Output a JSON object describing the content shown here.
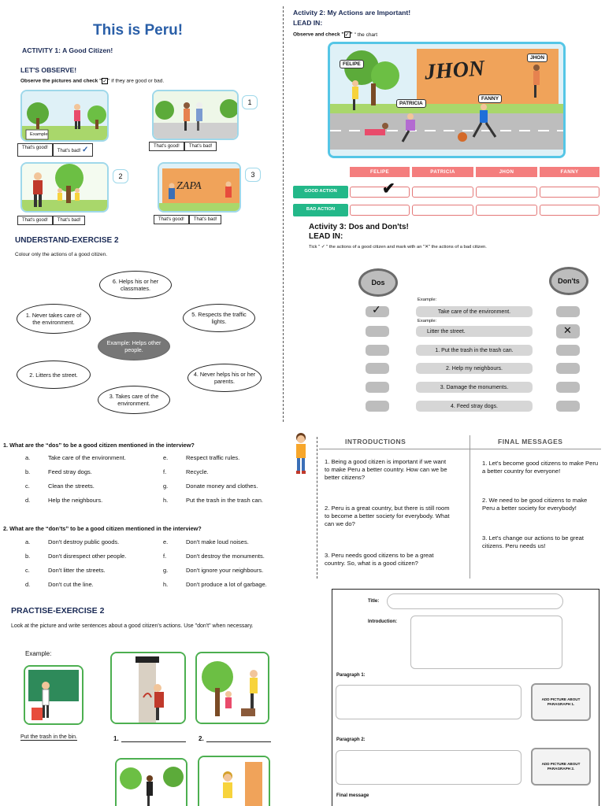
{
  "activity1": {
    "title": "This is Peru!",
    "heading": "ACTIVITY 1: A Good Citizen!",
    "observe_heading": "LET'S OBSERVE!",
    "instruction_pre": "Observe the pictures and check \"",
    "instruction_post": "\" if they are good or bad.",
    "example_label": "Example",
    "good_label": "That's good!",
    "bad_label": "That's bad!",
    "numbers": [
      "1",
      "2",
      "3"
    ]
  },
  "exercise2": {
    "heading": "UNDERSTAND-EXERCISE 2",
    "instruction": "Colour only the actions of a good citizen.",
    "ovals": [
      "6. Helps his or her classmates.",
      "1. Never takes care of the environment.",
      "5. Respects the traffic lights.",
      "Example: Helps other people.",
      "2. Litters the street.",
      "4. Never helps his or her parents.",
      "3. Takes care of the environment."
    ]
  },
  "activity2": {
    "heading": "Activity 2: My Actions are Important!",
    "lead": "LEAD IN:",
    "instruction_pre": "Observe and check \"",
    "instruction_post": "\" the chart",
    "characters": [
      "FELIPE",
      "PATRICIA",
      "JHON",
      "FANNY"
    ],
    "graffiti": "JHON",
    "rows": [
      "GOOD ACTION",
      "BAD ACTION"
    ]
  },
  "activity3": {
    "heading": "Activity 3: Dos and Don'ts!",
    "lead": "LEAD IN:",
    "instruction": "Tick \" ✓ \" the actions of a good citizen and mark with an \"✕\" the actions of a bad citizen.",
    "dos": "Dos",
    "donts": "Don'ts",
    "example": "Example:",
    "items": [
      "Take care of the environment.",
      "Litter the street.",
      "1. Put the trash in the trash can.",
      "2. Help my neighbours.",
      "3. Damage the monuments.",
      "4. Feed stray dogs."
    ]
  },
  "interview": {
    "q1": "1. What are the “dos” to be a good citizen mentioned in the interview?",
    "q1_items": [
      [
        "a.",
        "Take care of the environment."
      ],
      [
        "b.",
        "Feed stray dogs."
      ],
      [
        "c.",
        "Clean the streets."
      ],
      [
        "d.",
        "Help the neighbours."
      ],
      [
        "e.",
        "Respect traffic rules."
      ],
      [
        "f.",
        "Recycle."
      ],
      [
        "g.",
        "Donate money and clothes."
      ],
      [
        "h.",
        "Put the trash in the trash can."
      ]
    ],
    "q2": "2. What are the “don’ts” to be a good citizen mentioned in the interview?",
    "q2_items": [
      [
        "a.",
        "Don't destroy public goods."
      ],
      [
        "b.",
        "Don't disrespect other people."
      ],
      [
        "c.",
        "Don't litter the streets."
      ],
      [
        "d.",
        "Don't cut the line."
      ],
      [
        "e.",
        "Don't make loud noises."
      ],
      [
        "f.",
        "Don't destroy the monuments."
      ],
      [
        "g.",
        "Don't ignore your neighbours."
      ],
      [
        "h.",
        "Don't produce a lot of garbage."
      ]
    ]
  },
  "messages": {
    "intro_title": "INTRODUCTIONS",
    "final_title": "FINAL MESSAGES",
    "intros": [
      "1. Being a good citizen is important if we want to make Peru a better country. How can we be better citizens?",
      "2. Peru is a great country, but there is still room to become a better society for everybody. What can we do?",
      "3. Peru needs good citizens to be a great country. So, what is a good citizen?"
    ],
    "finals": [
      "1. Let's become good citizens to make Peru a better country for everyone!",
      "2. We need to be good citizens to make Peru a better society for everybody!",
      "3. Let's change our actions to be great citizens. Peru needs us!"
    ]
  },
  "practise": {
    "heading": "PRACTISE-EXERCISE 2",
    "instruction": "Look at the picture and write sentences about a good citizen's actions. Use \"don't\" when necessary.",
    "example": "Example:",
    "example_answer": "Put the trash in the bin.",
    "blank1": "1.",
    "blank2": "2."
  },
  "form": {
    "title": "Title:",
    "introduction": "Introduction:",
    "p1": "Paragraph 1:",
    "p2": "Paragraph 2:",
    "final": "Final message",
    "add1": "ADD PICTURE ABOUT PARAGRAPH 1.",
    "add2": "ADD PICTURE ABOUT PARAGRAPH 2."
  }
}
